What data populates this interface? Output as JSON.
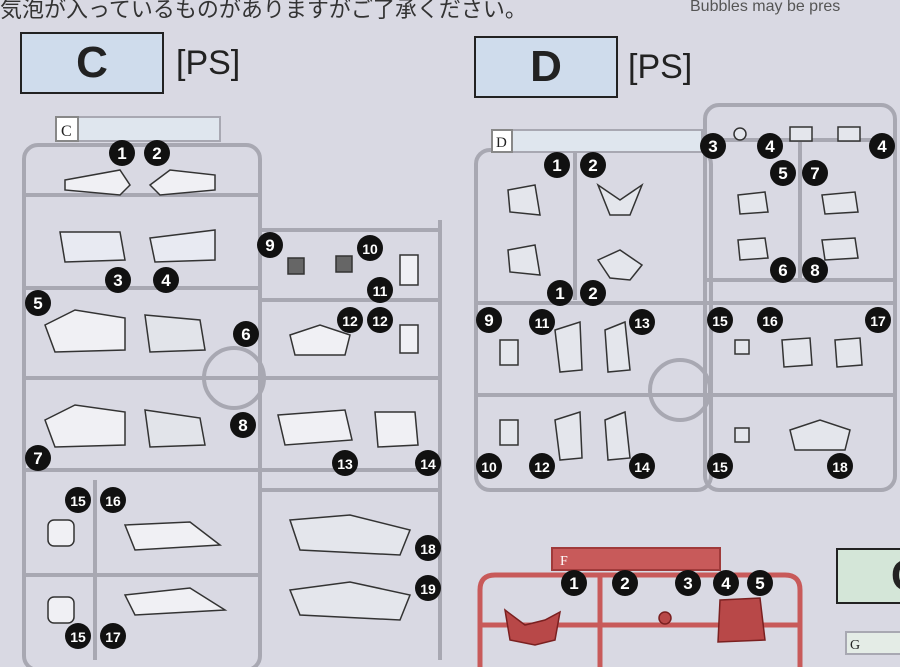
{
  "top_text": {
    "jp": "気泡が入っているものがありますがご了承ください。",
    "en": "Bubbles may be pres"
  },
  "sections": {
    "C": {
      "letter": "C",
      "tag": "[PS]",
      "tab": "C"
    },
    "D": {
      "letter": "D",
      "tag": "[PS]",
      "tab": "D"
    },
    "F": {
      "tab": "F"
    },
    "G": {
      "tab": "G",
      "letter": "G"
    }
  },
  "callouts_C": [
    "1",
    "2",
    "3",
    "4",
    "5",
    "6",
    "7",
    "8",
    "9",
    "10",
    "11",
    "12",
    "12",
    "13",
    "14",
    "15",
    "16",
    "15",
    "17",
    "18",
    "19"
  ],
  "callouts_D": [
    "1",
    "2",
    "3",
    "4",
    "4",
    "5",
    "7",
    "6",
    "8",
    "1",
    "2",
    "9",
    "11",
    "13",
    "15",
    "16",
    "17",
    "10",
    "12",
    "14",
    "15",
    "18"
  ],
  "callouts_F": [
    "1",
    "2",
    "3",
    "4",
    "5"
  ],
  "colors": {
    "bg": "#d9d9e3",
    "sprue": "#a8a8b2",
    "part_fill": "#f0f0f4",
    "f_sprue": "#c85a5a",
    "badge": "#111111"
  }
}
